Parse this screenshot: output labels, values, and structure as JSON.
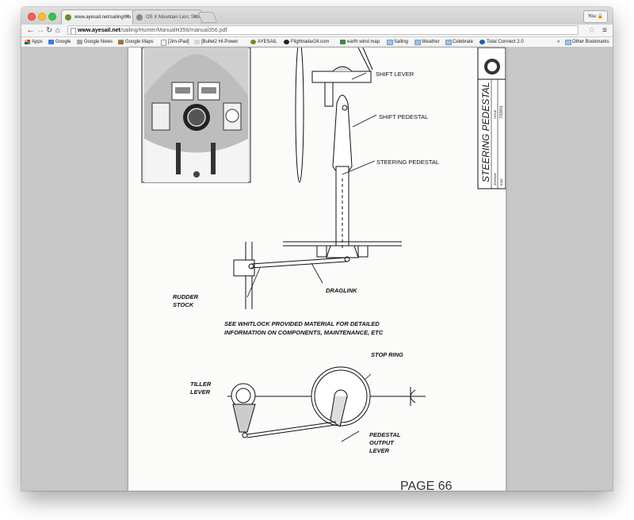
{
  "browser": {
    "tabs": [
      {
        "label": "www.ayesail.net/sailing/Hu",
        "active": true
      },
      {
        "label": "OS X Mountain Lion: Shor",
        "active": false
      }
    ],
    "user_button": "You",
    "url_host": "www.ayesail.net",
    "url_path": "/sailing/Hunter/ManualH356/manual356.pdf",
    "bookmarks": [
      {
        "label": "Apps",
        "icon": "apps-grid-icon"
      },
      {
        "label": "Google",
        "icon": "google-icon"
      },
      {
        "label": "Google News",
        "icon": "news-icon"
      },
      {
        "label": "Google Maps",
        "icon": "maps-icon"
      },
      {
        "label": "[Jim-iPad]",
        "icon": "page-icon"
      },
      {
        "label": "[Bullet2 Hi-Power",
        "icon": "page-icon"
      },
      {
        "label": "AYESAIL",
        "icon": "ayesail-icon"
      },
      {
        "label": "Flightradar24.com",
        "icon": "plane-icon"
      },
      {
        "label": "earth wind map",
        "icon": "map-icon"
      },
      {
        "label": "Sailing",
        "icon": "folder-icon"
      },
      {
        "label": "Weather",
        "icon": "folder-icon"
      },
      {
        "label": "Celebrate",
        "icon": "folder-icon"
      },
      {
        "label": "Total Connect 2.0",
        "icon": "tc-icon"
      }
    ],
    "bookmarks_overflow": "»",
    "other_bookmarks": "Other Bookmarks"
  },
  "pdf": {
    "labels": {
      "shift_lever": "SHIFT  LEVER",
      "shift_pedestal": "SHIFT  PEDESTAL",
      "steering_pedestal": "STEERING  PEDESTAL",
      "rudder_stock_1": "RUDDER",
      "rudder_stock_2": "STOCK",
      "draglink": "DRAGLINK",
      "note_1": "SEE WHITLOCK PROVIDED MATERIAL FOR DETAILED",
      "note_2": "INFORMATION ON COMPONENTS, MAINTENANCE, ETC",
      "stop_ring": "STOP RING",
      "tiller_lever_1": "TILLER",
      "tiller_lever_2": "LEVER",
      "pedestal_output_1": "PEDESTAL",
      "pedestal_output_2": "OUTPUT",
      "pedestal_output_3": "LEVER",
      "page_number": "PAGE 66"
    },
    "title_block": {
      "title": "STEERING PEDESTAL",
      "scale_label": "NONE",
      "date": "7/19/01",
      "dwg_no": "3560008",
      "drawn_by": "EMG"
    }
  }
}
